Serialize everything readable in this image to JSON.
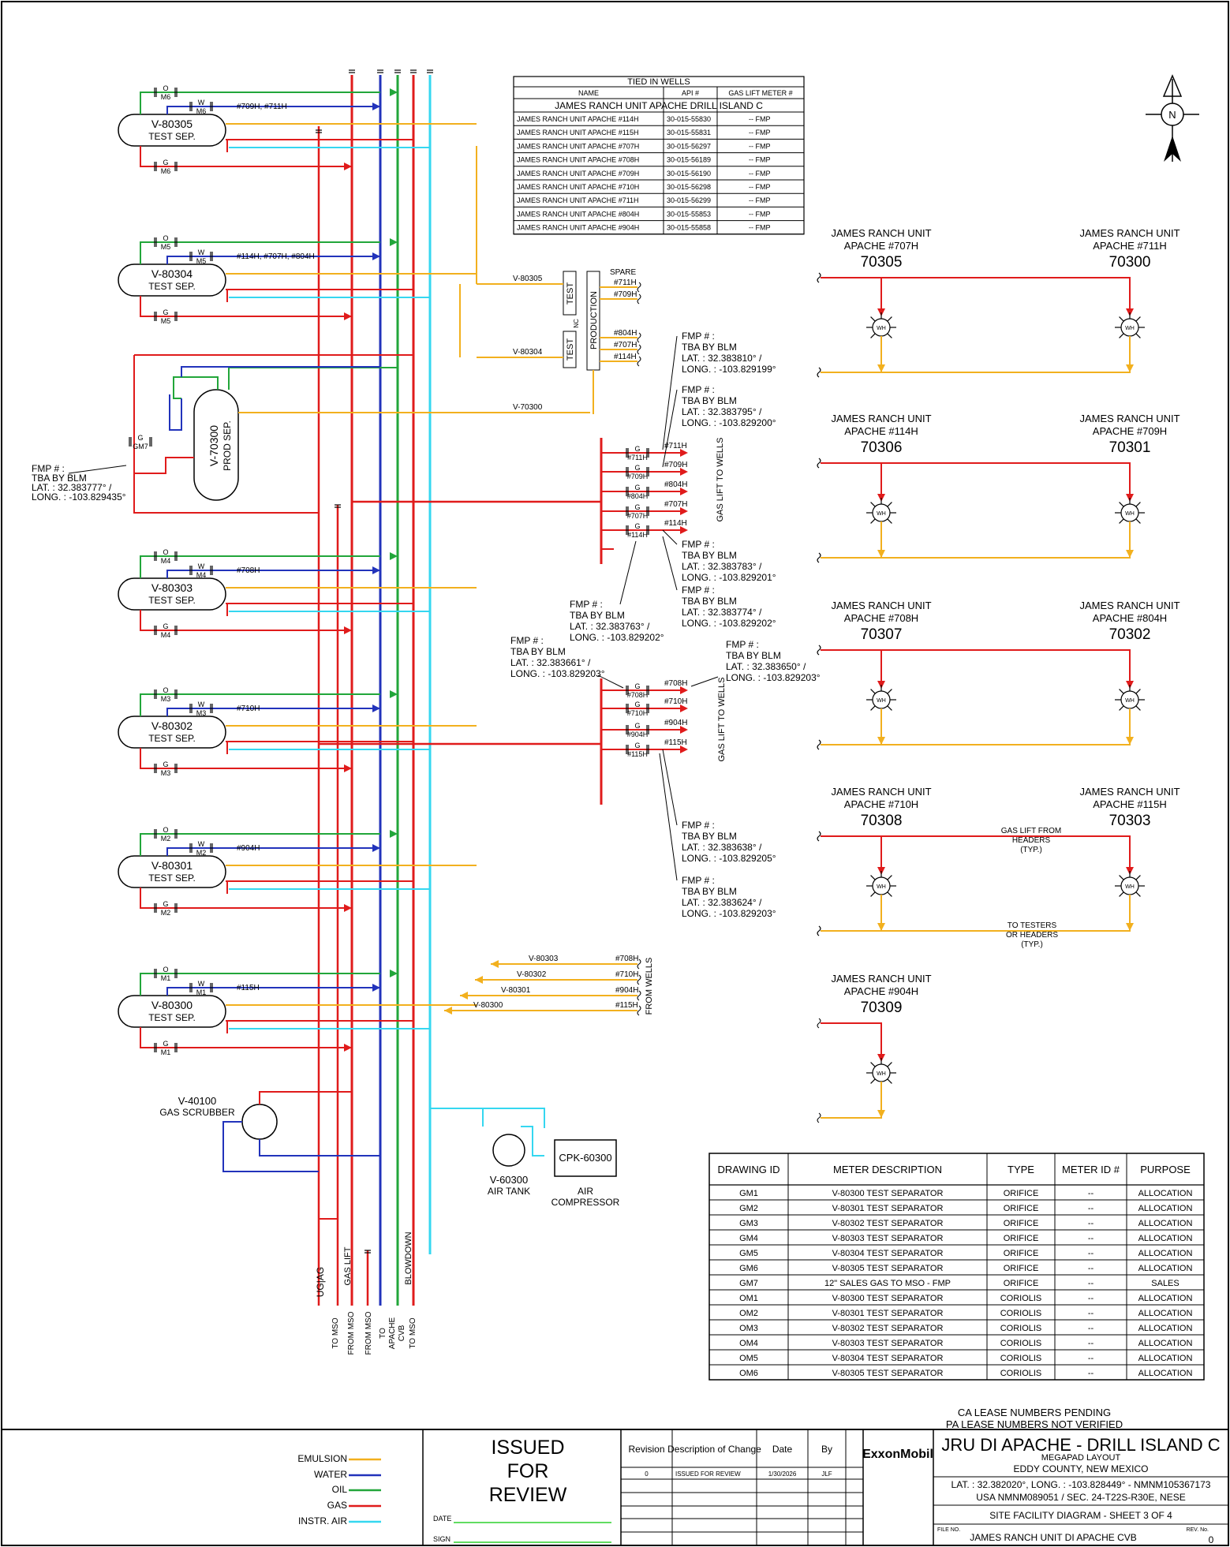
{
  "colors": {
    "emulsion": "#F2B01E",
    "water": "#2233BB",
    "oil": "#22A63A",
    "gas": "#E01B1B",
    "instr_air": "#35D7F0",
    "issued": "#2DD12D",
    "brand": "#E3262A"
  },
  "wells_table": {
    "title": "TIED IN WELLS",
    "headers": [
      "NAME",
      "API #",
      "GAS LIFT METER #"
    ],
    "group": "JAMES RANCH UNIT APACHE DRILL ISLAND C",
    "rows": [
      [
        "JAMES RANCH UNIT APACHE #114H",
        "30-015-55830",
        "--  FMP"
      ],
      [
        "JAMES RANCH UNIT APACHE #115H",
        "30-015-55831",
        "--  FMP"
      ],
      [
        "JAMES RANCH UNIT APACHE #707H",
        "30-015-56297",
        "--  FMP"
      ],
      [
        "JAMES RANCH UNIT APACHE #708H",
        "30-015-56189",
        "--  FMP"
      ],
      [
        "JAMES RANCH UNIT APACHE #709H",
        "30-015-56190",
        "--  FMP"
      ],
      [
        "JAMES RANCH UNIT APACHE #710H",
        "30-015-56298",
        "--  FMP"
      ],
      [
        "JAMES RANCH UNIT APACHE #711H",
        "30-015-56299",
        "--  FMP"
      ],
      [
        "JAMES RANCH UNIT APACHE #804H",
        "30-015-55853",
        "--  FMP"
      ],
      [
        "JAMES RANCH UNIT APACHE #904H",
        "30-015-55858",
        "--  FMP"
      ]
    ]
  },
  "separators": [
    {
      "tag": "V-80305",
      "desc": "TEST SEP.",
      "wells": "#709H, #711H",
      "oil_meter": "M6",
      "gas_meter": "M6"
    },
    {
      "tag": "V-80304",
      "desc": "TEST SEP.",
      "wells": "#114H, #707H, #804H",
      "oil_meter": "M5",
      "gas_meter": "M5"
    },
    {
      "tag": "V-80303",
      "desc": "TEST SEP.",
      "wells": "#708H",
      "oil_meter": "M4",
      "gas_meter": "M4"
    },
    {
      "tag": "V-80302",
      "desc": "TEST SEP.",
      "wells": "#710H",
      "oil_meter": "M3",
      "gas_meter": "M3"
    },
    {
      "tag": "V-80301",
      "desc": "TEST SEP.",
      "wells": "#904H",
      "oil_meter": "M2",
      "gas_meter": "M2"
    },
    {
      "tag": "V-80300",
      "desc": "TEST SEP.",
      "wells": "#115H",
      "oil_meter": "M1",
      "gas_meter": "M1"
    }
  ],
  "prod_sep": {
    "tag": "V-70300",
    "desc": "PROD SEP.",
    "meter": "GM7"
  },
  "fmp_left": [
    "FMP # :",
    "TBA BY BLM",
    "LAT. : 32.383777° /",
    "LONG. : -103.829435°"
  ],
  "manifold": {
    "test": "TEST",
    "production": "PRODUCTION",
    "nc": "NC",
    "spare": "SPARE",
    "v80305": "V-80305",
    "v80304": "V-80304",
    "v70300": "V-70300",
    "upper_wells": [
      "#711H",
      "#709H"
    ],
    "lower_wells": [
      "#804H",
      "#707H",
      "#114H"
    ]
  },
  "gas_lift_1": {
    "label": "GAS LIFT TO WELLS",
    "wells": [
      "#711H",
      "#709H",
      "#804H",
      "#707H",
      "#114H"
    ]
  },
  "gas_lift_2": {
    "label": "GAS LIFT TO WELLS",
    "wells": [
      "#708H",
      "#710H",
      "#904H",
      "#115H"
    ]
  },
  "fmp_notes": {
    "a": [
      "FMP # :",
      "TBA BY BLM",
      "LAT. : 32.383810° /",
      "LONG. : -103.829199°"
    ],
    "b": [
      "FMP # :",
      "TBA BY BLM",
      "LAT. : 32.383795° /",
      "LONG. : -103.829200°"
    ],
    "c": [
      "FMP # :",
      "TBA BY BLM",
      "LAT. : 32.383783° /",
      "LONG. : -103.829201°"
    ],
    "d": [
      "FMP # :",
      "TBA BY BLM",
      "LAT. : 32.383774° /",
      "LONG. : -103.829202°"
    ],
    "e": [
      "FMP # :",
      "TBA BY BLM",
      "LAT. : 32.383763° /",
      "LONG. : -103.829202°"
    ],
    "f": [
      "FMP # :",
      "TBA BY BLM",
      "LAT. : 32.383661° /",
      "LONG. : -103.829203°"
    ],
    "g": [
      "FMP # :",
      "TBA BY BLM",
      "LAT. : 32.383650° /",
      "LONG. : -103.829203°"
    ],
    "h": [
      "FMP # :",
      "TBA BY BLM",
      "LAT. : 32.383638° /",
      "LONG. : -103.829205°"
    ],
    "i": [
      "FMP # :",
      "TBA BY BLM",
      "LAT. : 32.383624° /",
      "LONG. : -103.829203°"
    ]
  },
  "from_wells": {
    "label": "FROM WELLS",
    "rows": [
      {
        "tag": "V-80303",
        "well": "#708H"
      },
      {
        "tag": "V-80302",
        "well": "#710H"
      },
      {
        "tag": "V-80301",
        "well": "#904H"
      },
      {
        "tag": "V-80300",
        "well": "#115H"
      }
    ]
  },
  "wellheads": [
    {
      "name": "JAMES RANCH UNIT",
      "well": "APACHE #707H",
      "id": "70305"
    },
    {
      "name": "JAMES RANCH UNIT",
      "well": "APACHE #711H",
      "id": "70300"
    },
    {
      "name": "JAMES RANCH UNIT",
      "well": "APACHE #114H",
      "id": "70306"
    },
    {
      "name": "JAMES RANCH UNIT",
      "well": "APACHE #709H",
      "id": "70301"
    },
    {
      "name": "JAMES RANCH UNIT",
      "well": "APACHE #708H",
      "id": "70307"
    },
    {
      "name": "JAMES RANCH UNIT",
      "well": "APACHE #804H",
      "id": "70302"
    },
    {
      "name": "JAMES RANCH UNIT",
      "well": "APACHE #710H",
      "id": "70308"
    },
    {
      "name": "JAMES RANCH UNIT",
      "well": "APACHE #115H",
      "id": "70303"
    },
    {
      "name": "JAMES RANCH UNIT",
      "well": "APACHE #904H",
      "id": "70309"
    }
  ],
  "wh_label": "WH",
  "gas_lift_note": [
    "GAS LIFT FROM",
    "HEADERS",
    "(TYP.)"
  ],
  "testers_note": [
    "TO TESTERS",
    "OR HEADERS",
    "(TYP.)"
  ],
  "scrubber": {
    "tag": "V-40100",
    "desc": "GAS SCRUBBER"
  },
  "air_tank": {
    "tag": "V-60300",
    "desc": "AIR TANK"
  },
  "compressor": {
    "tag": "CPK-60300",
    "desc": "AIR",
    "desc2": "COMPRESSOR"
  },
  "headers_bottom": {
    "gas_lift": "GAS LIFT",
    "blowdown": "BLOWDOWN",
    "ug_ag": "UG|AG",
    "to_mso": "TO MSO",
    "from_mso": "FROM MSO",
    "from_mso2": "FROM MSO",
    "to": "TO",
    "apache": "APACHE",
    "cvb": "CVB",
    "to_mso2": "TO MSO"
  },
  "meter_table": {
    "headers": [
      "DRAWING ID",
      "METER DESCRIPTION",
      "TYPE",
      "METER ID #",
      "PURPOSE"
    ],
    "rows": [
      [
        "GM1",
        "V-80300 TEST SEPARATOR",
        "ORIFICE",
        "--",
        "ALLOCATION"
      ],
      [
        "GM2",
        "V-80301 TEST SEPARATOR",
        "ORIFICE",
        "--",
        "ALLOCATION"
      ],
      [
        "GM3",
        "V-80302 TEST SEPARATOR",
        "ORIFICE",
        "--",
        "ALLOCATION"
      ],
      [
        "GM4",
        "V-80303 TEST SEPARATOR",
        "ORIFICE",
        "--",
        "ALLOCATION"
      ],
      [
        "GM5",
        "V-80304 TEST SEPARATOR",
        "ORIFICE",
        "--",
        "ALLOCATION"
      ],
      [
        "GM6",
        "V-80305 TEST SEPARATOR",
        "ORIFICE",
        "--",
        "ALLOCATION"
      ],
      [
        "GM7",
        "12\" SALES GAS TO MSO - FMP",
        "ORIFICE",
        "--",
        "SALES"
      ],
      [
        "OM1",
        "V-80300 TEST SEPARATOR",
        "CORIOLIS",
        "--",
        "ALLOCATION"
      ],
      [
        "OM2",
        "V-80301 TEST SEPARATOR",
        "CORIOLIS",
        "--",
        "ALLOCATION"
      ],
      [
        "OM3",
        "V-80302 TEST SEPARATOR",
        "CORIOLIS",
        "--",
        "ALLOCATION"
      ],
      [
        "OM4",
        "V-80303 TEST SEPARATOR",
        "CORIOLIS",
        "--",
        "ALLOCATION"
      ],
      [
        "OM5",
        "V-80304 TEST SEPARATOR",
        "CORIOLIS",
        "--",
        "ALLOCATION"
      ],
      [
        "OM6",
        "V-80305 TEST SEPARATOR",
        "CORIOLIS",
        "--",
        "ALLOCATION"
      ]
    ]
  },
  "lease_note": [
    "CA LEASE NUMBERS PENDING",
    "PA LEASE NUMBERS NOT VERIFIED"
  ],
  "legend": [
    {
      "label": "EMULSION",
      "color": "emulsion"
    },
    {
      "label": "WATER",
      "color": "water"
    },
    {
      "label": "OIL",
      "color": "oil"
    },
    {
      "label": "GAS",
      "color": "gas"
    },
    {
      "label": "INSTR. AIR",
      "color": "instr_air"
    }
  ],
  "stamp": {
    "l1": "ISSUED",
    "l2": "FOR",
    "l3": "REVIEW",
    "date": "DATE",
    "sign": "SIGN"
  },
  "revisions": {
    "headers": [
      "Revision",
      "Description of Change",
      "Date",
      "By"
    ],
    "rows": [
      [
        "0",
        "ISSUED FOR REVIEW",
        "1/30/2026",
        "JLF"
      ]
    ]
  },
  "company": "ExxonMobil",
  "title_block": {
    "title": "JRU DI APACHE - DRILL ISLAND C",
    "sub1": "MEGAPAD LAYOUT",
    "sub2": "EDDY COUNTY, NEW MEXICO",
    "loc1": "LAT. : 32.382020°, LONG. : -103.828449° - NMNM105367173",
    "loc2": "USA NMNM089051 / SEC. 24-T22S-R30E, NESE",
    "sheet": "SITE FACILITY DIAGRAM - SHEET 3 OF 4",
    "file_label": "FILE NO.",
    "file": "JAMES RANCH UNIT DI APACHE CVB",
    "rev_label": "REV. No.",
    "rev": "0"
  },
  "north": "N"
}
